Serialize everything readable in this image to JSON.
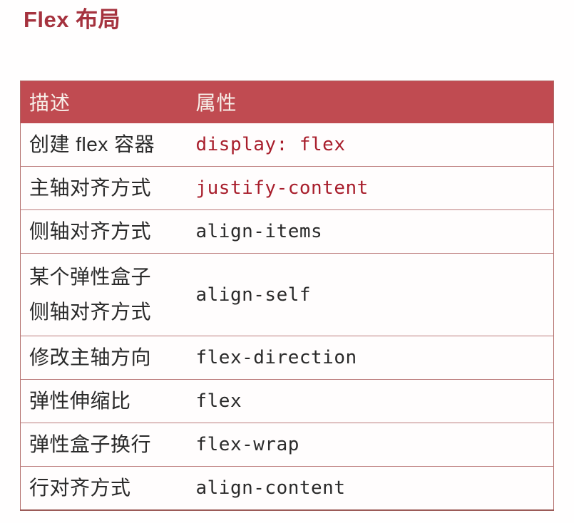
{
  "page": {
    "title": "Flex 布局"
  },
  "table": {
    "headers": {
      "description": "描述",
      "property": "属性"
    },
    "rows": [
      {
        "desc": "创建 flex 容器",
        "prop": "display: flex",
        "highlight": true
      },
      {
        "desc": "主轴对齐方式",
        "prop": "justify-content",
        "highlight": true
      },
      {
        "desc": "侧轴对齐方式",
        "prop": "align-items",
        "highlight": false
      },
      {
        "desc": "某个弹性盒子\n侧轴对齐方式",
        "prop": "align-self",
        "highlight": false
      },
      {
        "desc": "修改主轴方向",
        "prop": "flex-direction",
        "highlight": false
      },
      {
        "desc": "弹性伸缩比",
        "prop": "flex",
        "highlight": false
      },
      {
        "desc": "弹性盒子换行",
        "prop": "flex-wrap",
        "highlight": false
      },
      {
        "desc": "行对齐方式",
        "prop": "align-content",
        "highlight": false
      }
    ]
  },
  "colors": {
    "title_red": "#a5323e",
    "header_bg_red": "#c04b51",
    "header_text": "#f8f0ea",
    "code_red": "#a81e2c",
    "body_text": "#2a2a2a",
    "row_divider": "#bb7a7a",
    "table_border": "#b06a68"
  }
}
